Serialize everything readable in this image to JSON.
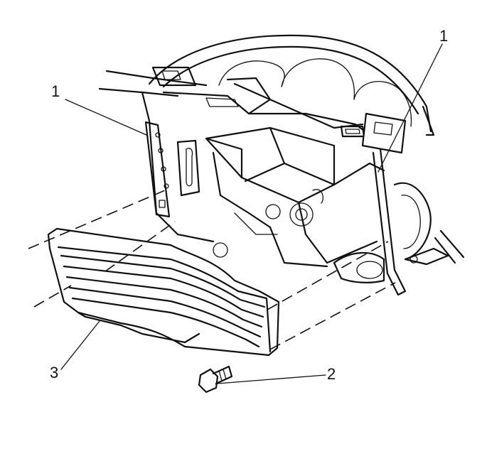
{
  "callouts": [
    {
      "id": "bracket_left",
      "text": "1"
    },
    {
      "id": "bracket_right",
      "text": "1"
    },
    {
      "id": "bolt",
      "text": "2"
    },
    {
      "id": "panel",
      "text": "3"
    }
  ]
}
